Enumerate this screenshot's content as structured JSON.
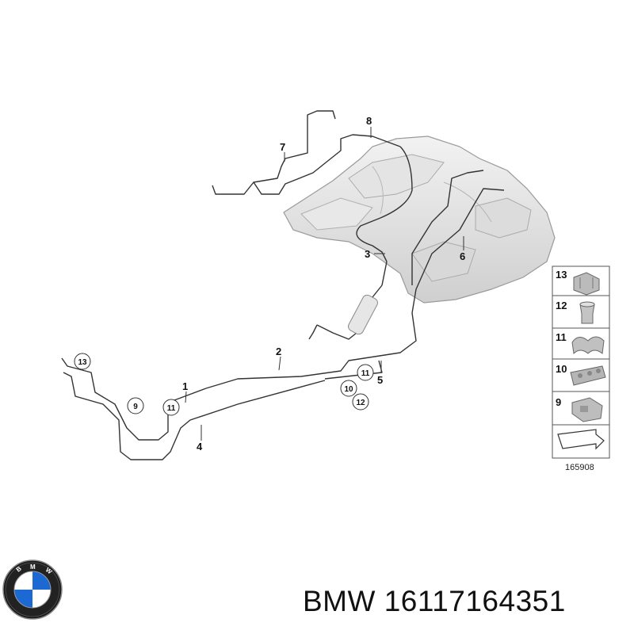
{
  "diagram": {
    "callouts": [
      "1",
      "2",
      "3",
      "4",
      "5",
      "6",
      "7",
      "8"
    ],
    "circled_callouts": [
      "13",
      "9",
      "11",
      "11",
      "10",
      "12"
    ],
    "legend": [
      {
        "num": "13"
      },
      {
        "num": "12"
      },
      {
        "num": "11"
      },
      {
        "num": "10"
      },
      {
        "num": "9"
      }
    ],
    "drawing_id": "165908"
  },
  "brand": {
    "logo_icon": "bmw-roundel",
    "logo_letters": "BMW"
  },
  "footer": {
    "text": "BMW 16117164351"
  }
}
